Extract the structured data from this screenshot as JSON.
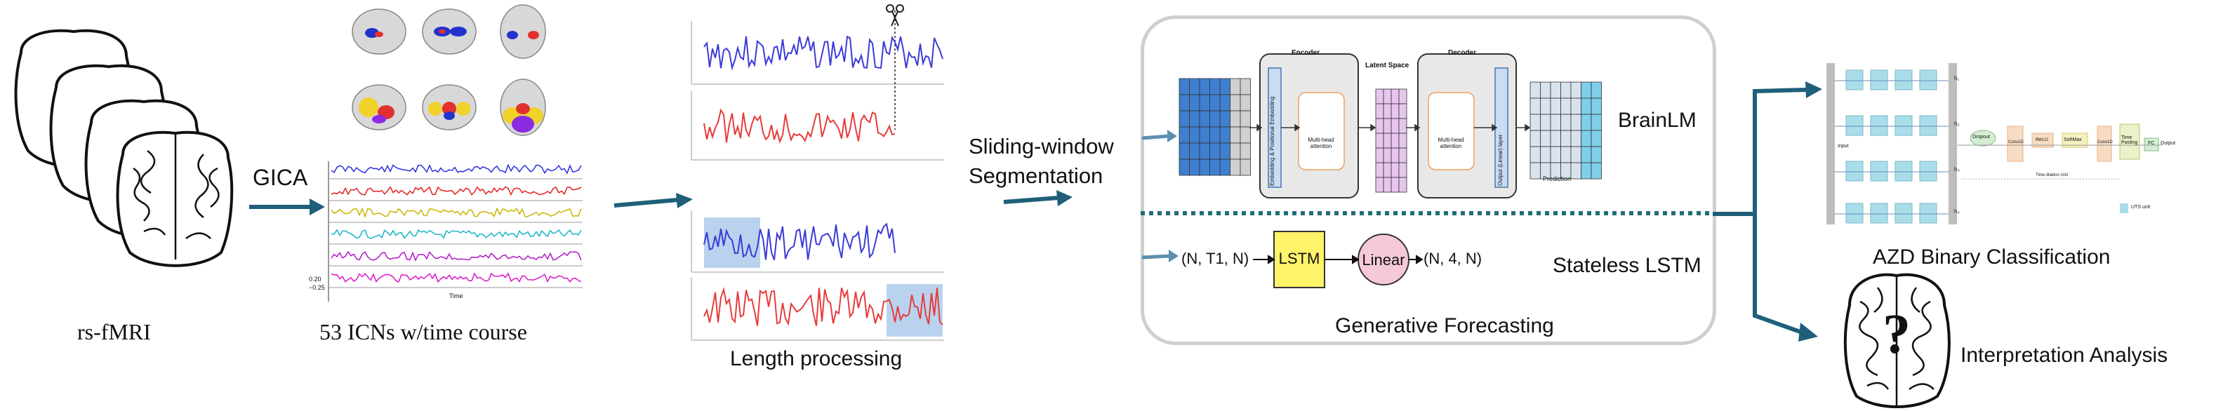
{
  "colors": {
    "arrow": "#1f5f7a",
    "dotted_divider": "#1f6f73",
    "panel_border": "#cfcfcf",
    "lstm_box": "#fff36a",
    "linear_circle": "#f6c9d6",
    "signal_blue": "#3b3bd6",
    "signal_red": "#e83b3b",
    "highlight": "#b9d3ee",
    "grid_blue": "#3f7fcf",
    "grid_teal": "#7fcfe8",
    "grid_pink": "#e7c6ee",
    "encoder_box": "#e8e8e8"
  },
  "icons": [
    "brain-stack-icon",
    "scissors-icon",
    "brain-question-icon"
  ],
  "stage1": {
    "label": "rs-fMRI"
  },
  "gica": {
    "label": "GICA"
  },
  "icns": {
    "label": "53 ICNs w/time course",
    "axis_top": "0.20",
    "axis_bottom": "−0.25",
    "xlabel": "Time",
    "trace_colors": [
      "#2d2de0",
      "#e02020",
      "#c9b400",
      "#18b5c9",
      "#b218c9",
      "#d918c9"
    ]
  },
  "length": {
    "label": "Length processing"
  },
  "sliding": {
    "line1": "Sliding-window",
    "line2": "Segmentation"
  },
  "forecasting": {
    "brainlm_label": "BrainLM",
    "encoder_title": "Encoder",
    "encoder_side": "Embedding & Positional Embedding",
    "encoder_inner": "Multi-head attention",
    "latent_title": "Latent Space",
    "decoder_title": "Decoder",
    "decoder_inner": "Multi-head attention",
    "decoder_side": "Output (Linear) layer",
    "prediction_label": "Prediction",
    "lstm_input": "(N, T1, N)",
    "lstm_box": "LSTM",
    "linear_box": "Linear",
    "lstm_output": "(N, 4, N)",
    "lstm_label": "Stateless LSTM",
    "panel_label": "Generative Forecasting"
  },
  "classification": {
    "label": "AZD Binary Classification",
    "node_input": "Input",
    "node_dropout": "Dropout",
    "node_conv1": "Conv1D",
    "node_relu": "ReLU",
    "node_softmax": "SoftMax",
    "node_conv2": "Conv1D",
    "node_pool": "Time Pooling",
    "node_fc": "FC",
    "node_output": "Output",
    "caption": "Time dilation Unit",
    "legend": "UTS unit",
    "h_labels": [
      "h₁",
      "h₂",
      "h₃",
      "h₄"
    ]
  },
  "interpretation": {
    "label": "Interpretation Analysis"
  }
}
